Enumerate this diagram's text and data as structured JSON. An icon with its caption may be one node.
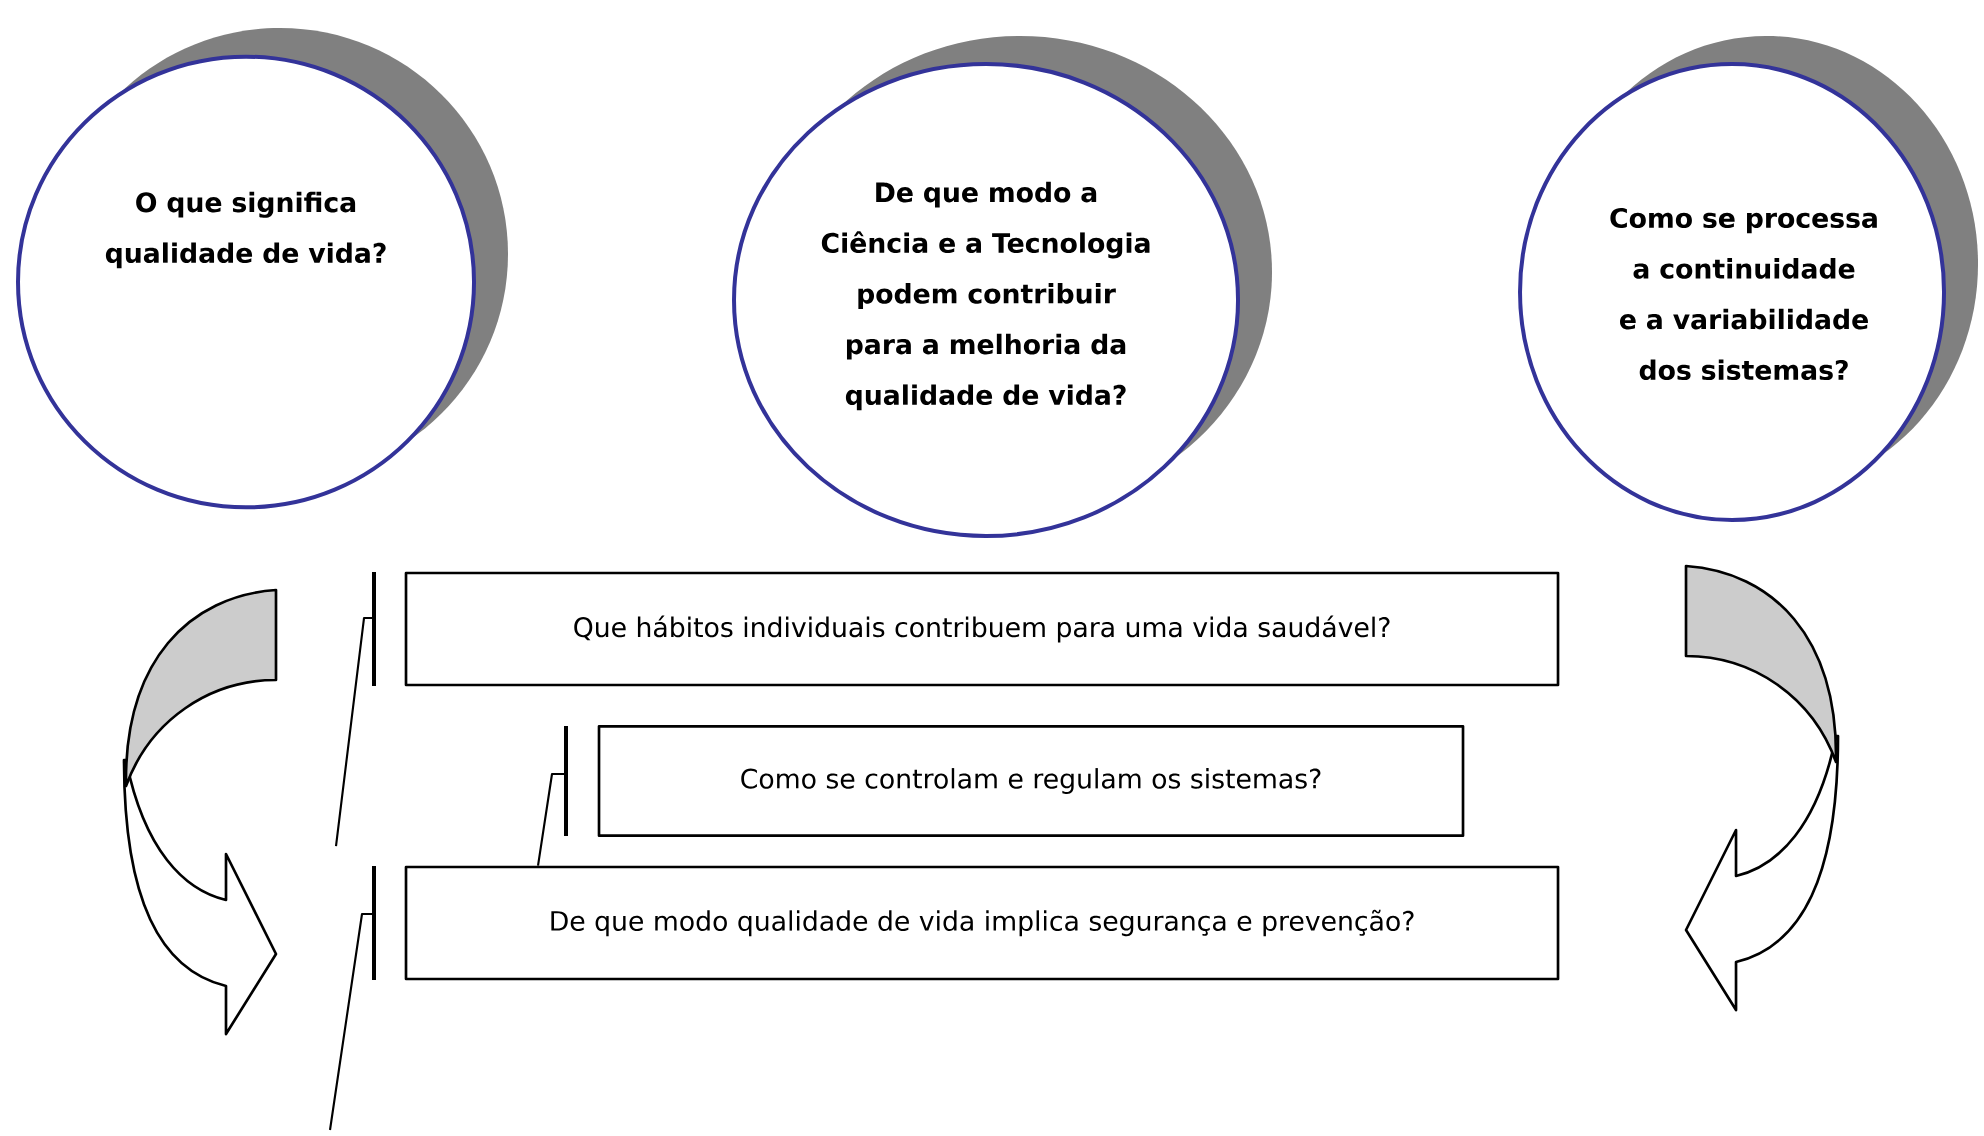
{
  "diagram": {
    "nodes": [
      {
        "text": [
          "O que significa qualidade de vida?"
        ]
      },
      {
        "text": [
          "De que modo a Ciência e a Tecnologia podem contribuir para a melhoria da qualidade de vida?"
        ]
      },
      {
        "text": [
          "Como se processa a continuidade e a variabilidade dos sistemas?"
        ]
      },
      {
        "text": [
          "Que hábitos individuais contribuem para uma vida saudável?"
        ]
      },
      {
        "text": [
          "Como se controlam e regulam os sistemas?"
        ]
      },
      {
        "text": [
          "De que modo qualidade de vida implica segurança e prevenção?"
        ]
      }
    ],
    "edges": [
      {
        "from": 3,
        "to": null,
        "arrow": "none"
      },
      {
        "from": 4,
        "to": 5,
        "arrow": "none"
      },
      {
        "from": 5,
        "to": null,
        "arrow": "none"
      }
    ]
  }
}
